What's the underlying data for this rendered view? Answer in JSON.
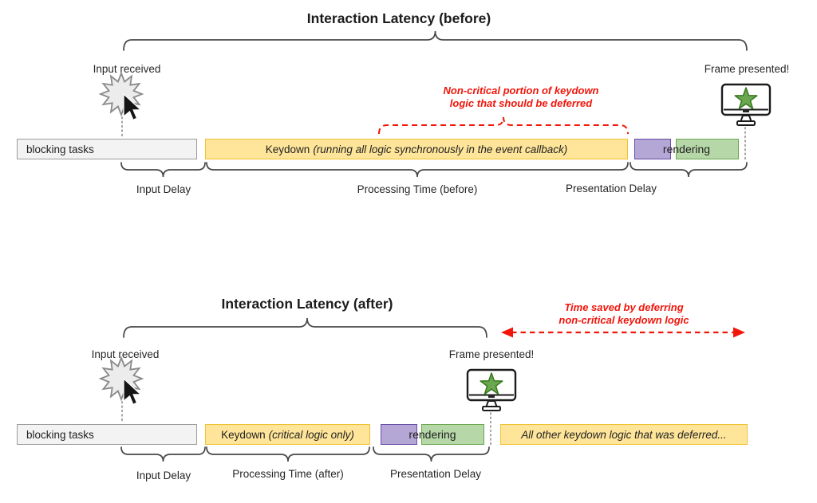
{
  "colors": {
    "yellow_fill": "#ffe599",
    "yellow_border": "#f0c233",
    "purple_fill": "#b4a7d6",
    "purple_border": "#674ea7",
    "green_fill": "#b6d7a8",
    "green_border": "#6aa84f",
    "gray_fill": "#f3f3f3",
    "gray_border": "#9c9c9c",
    "red_accent": "#f2150a",
    "star_green": "#6aa84f",
    "star_green_border": "#38761d"
  },
  "icons": {
    "click_burst": "click-burst-cursor-icon",
    "monitor_star": "monitor-with-star-icon"
  },
  "before": {
    "title": "Interaction Latency (before)",
    "input_received": "Input received",
    "frame_presented": "Frame presented!",
    "note_line1": "Non-critical portion of keydown",
    "note_line2": "logic that should be deferred",
    "bars": {
      "blocking": "blocking tasks",
      "keydown_normal": "Keydown",
      "keydown_italic": "(running all logic synchronously in the event callback)",
      "rendering": "rendering"
    },
    "delays": {
      "input": "Input Delay",
      "processing": "Processing Time (before)",
      "presentation": "Presentation Delay"
    }
  },
  "after": {
    "title": "Interaction Latency (after)",
    "note_line1": "Time saved by deferring",
    "note_line2": "non-critical keydown logic",
    "input_received": "Input received",
    "frame_presented": "Frame presented!",
    "bars": {
      "blocking": "blocking tasks",
      "keydown_normal": "Keydown",
      "keydown_italic": "(critical logic only)",
      "rendering": "rendering",
      "deferred": "All other keydown logic that was deferred..."
    },
    "delays": {
      "input": "Input Delay",
      "processing": "Processing Time (after)",
      "presentation": "Presentation Delay"
    }
  }
}
